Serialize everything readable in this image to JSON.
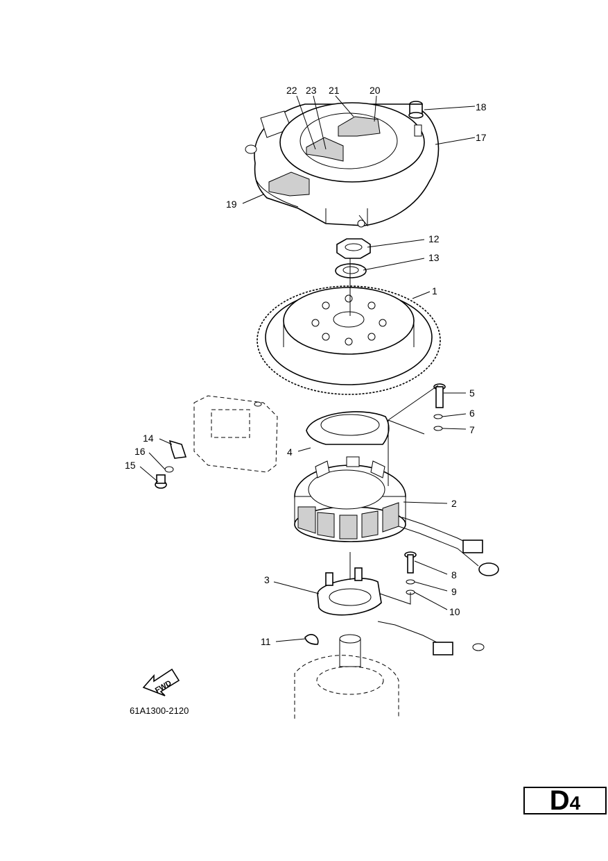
{
  "callouts": [
    "1",
    "2",
    "3",
    "4",
    "5",
    "6",
    "7",
    "8",
    "9",
    "10",
    "11",
    "12",
    "13",
    "14",
    "15",
    "16",
    "17",
    "18",
    "19",
    "20",
    "21",
    "22",
    "23"
  ],
  "fwd_label": "FWD",
  "diagram_code": "61A1300-2120",
  "page_label": {
    "main": "D",
    "sub": "4"
  }
}
